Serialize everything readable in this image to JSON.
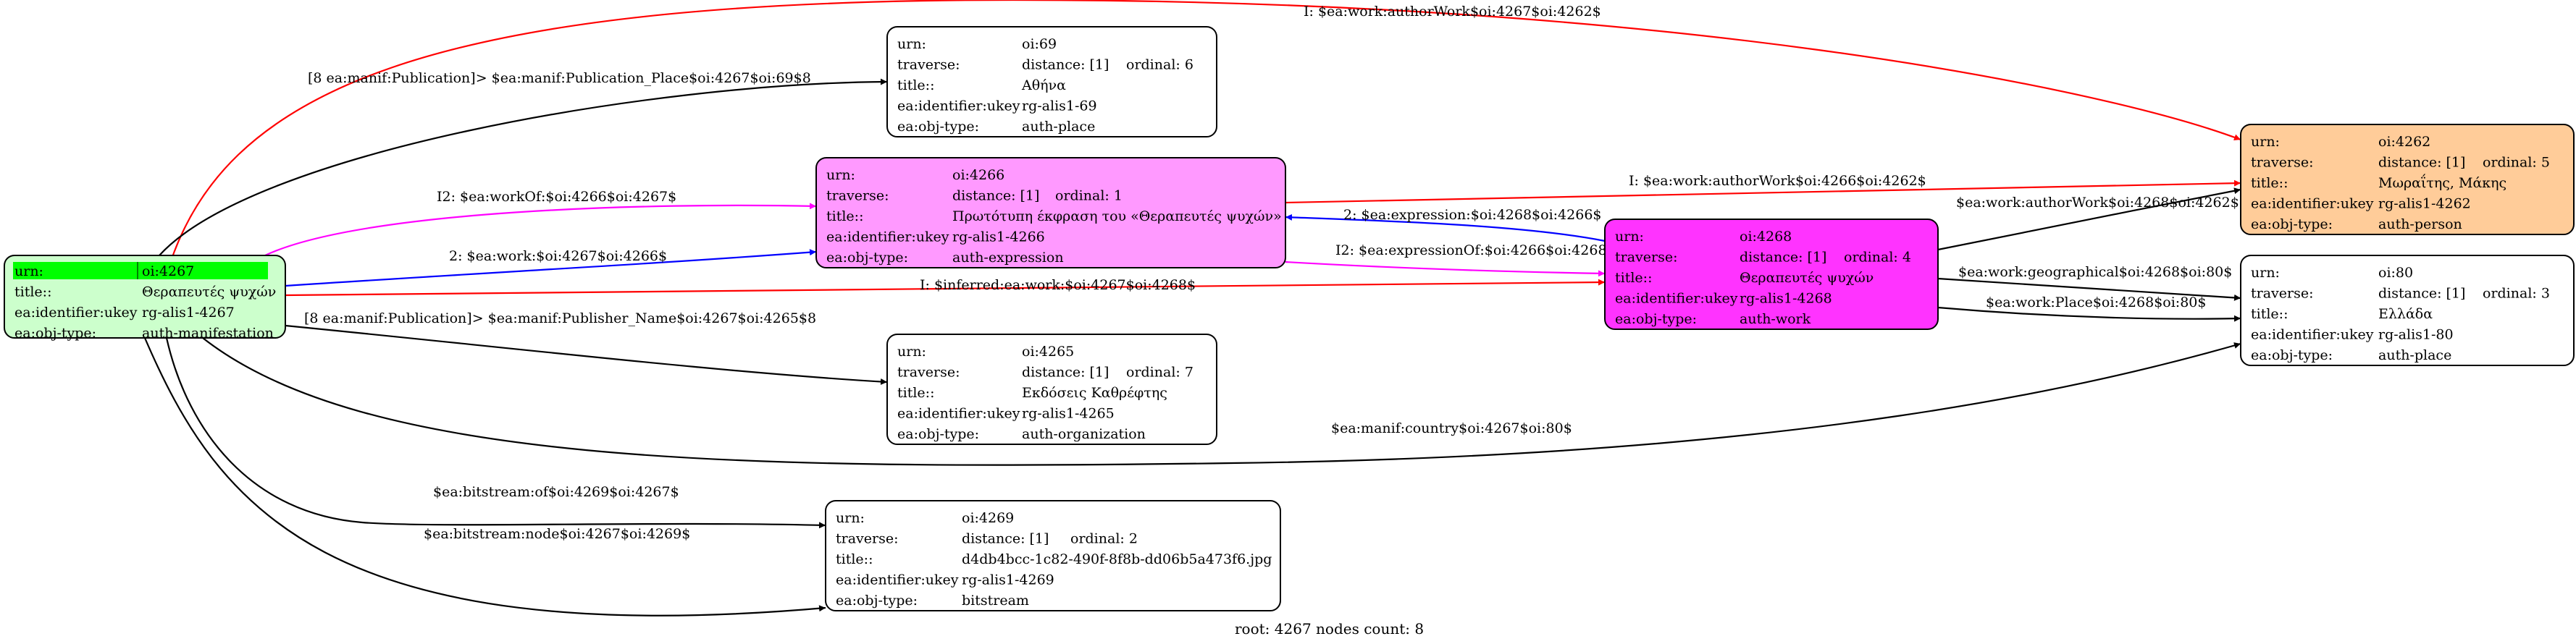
{
  "colors": {
    "black": "#000000",
    "red": "#ff0000",
    "blue": "#0000ff",
    "magenta": "#ff00ff",
    "root_fill": "#ccffcc",
    "root_highlight": "#00ff00",
    "expression_fill": "#ff99ff",
    "work_fill": "#ff33ff",
    "person_fill": "#ffcc99",
    "plain_fill": "#ffffff"
  },
  "nodes": [
    {
      "id": "n4267",
      "fill": "#ccffcc",
      "rows": [
        [
          "urn:",
          "oi:4267",
          ""
        ],
        [
          "title::",
          "Θεραπευτές ψυχών",
          ""
        ],
        [
          "ea:identifier:ukey",
          "rg-alis1-4267",
          ""
        ],
        [
          "ea:obj-type:",
          "auth-manifestation",
          ""
        ]
      ]
    },
    {
      "id": "n69",
      "fill": "#ffffff",
      "rows": [
        [
          "urn:",
          "oi:69",
          ""
        ],
        [
          "traverse:",
          "distance: [1]",
          "ordinal: 6"
        ],
        [
          "title::",
          "Αθήνα",
          ""
        ],
        [
          "ea:identifier:ukey",
          "rg-alis1-69",
          ""
        ],
        [
          "ea:obj-type:",
          "auth-place",
          ""
        ]
      ]
    },
    {
      "id": "n4266",
      "fill": "#ff99ff",
      "rows": [
        [
          "urn:",
          "oi:4266",
          ""
        ],
        [
          "traverse:",
          "distance: [1]",
          "ordinal: 1"
        ],
        [
          "title::",
          "Πρωτότυπη έκφραση του «Θεραπευτές ψυχών»",
          ""
        ],
        [
          "ea:identifier:ukey",
          "rg-alis1-4266",
          ""
        ],
        [
          "ea:obj-type:",
          "auth-expression",
          ""
        ]
      ]
    },
    {
      "id": "n4268",
      "fill": "#ff33ff",
      "rows": [
        [
          "urn:",
          "oi:4268",
          ""
        ],
        [
          "traverse:",
          "distance: [1]",
          "ordinal: 4"
        ],
        [
          "title::",
          "Θεραπευτές ψυχών",
          ""
        ],
        [
          "ea:identifier:ukey",
          "rg-alis1-4268",
          ""
        ],
        [
          "ea:obj-type:",
          "auth-work",
          ""
        ]
      ]
    },
    {
      "id": "n4262",
      "fill": "#ffcc99",
      "rows": [
        [
          "urn:",
          "oi:4262",
          ""
        ],
        [
          "traverse:",
          "distance: [1]",
          "ordinal: 5"
        ],
        [
          "title::",
          "Μωραΐτης, Μάκης",
          ""
        ],
        [
          "ea:identifier:ukey",
          "rg-alis1-4262",
          ""
        ],
        [
          "ea:obj-type:",
          "auth-person",
          ""
        ]
      ]
    },
    {
      "id": "n80",
      "fill": "#ffffff",
      "rows": [
        [
          "urn:",
          "oi:80",
          ""
        ],
        [
          "traverse:",
          "distance: [1]",
          "ordinal: 3"
        ],
        [
          "title::",
          "Ελλάδα",
          ""
        ],
        [
          "ea:identifier:ukey",
          "rg-alis1-80",
          ""
        ],
        [
          "ea:obj-type:",
          "auth-place",
          ""
        ]
      ]
    },
    {
      "id": "n4265",
      "fill": "#ffffff",
      "rows": [
        [
          "urn:",
          "oi:4265",
          ""
        ],
        [
          "traverse:",
          "distance: [1]",
          "ordinal: 7"
        ],
        [
          "title::",
          "Εκδόσεις Καθρέφτης",
          ""
        ],
        [
          "ea:identifier:ukey",
          "rg-alis1-4265",
          ""
        ],
        [
          "ea:obj-type:",
          "auth-organization",
          ""
        ]
      ]
    },
    {
      "id": "n4269",
      "fill": "#ffffff",
      "rows": [
        [
          "urn:",
          "oi:4269",
          ""
        ],
        [
          "traverse:",
          "distance: [1]",
          "ordinal: 2"
        ],
        [
          "title::",
          "d4db4bcc-1c82-490f-8f8b-dd06b5a473f6.jpg",
          ""
        ],
        [
          "ea:identifier:ukey",
          "rg-alis1-4269",
          ""
        ],
        [
          "ea:obj-type:",
          "bitstream",
          ""
        ]
      ]
    }
  ],
  "edges": [
    {
      "id": "e1",
      "color": "#ff0000",
      "label": "I: $ea:work:authorWork$oi:4267$oi:4262$"
    },
    {
      "id": "e2",
      "color": "#000000",
      "label": "[8 ea:manif:Publication]> $ea:manif:Publication_Place$oi:4267$oi:69$8"
    },
    {
      "id": "e3",
      "color": "#ff00ff",
      "label": "I2: $ea:workOf:$oi:4266$oi:4267$"
    },
    {
      "id": "e4",
      "color": "#0000ff",
      "label": "2: $ea:work:$oi:4267$oi:4266$"
    },
    {
      "id": "e5",
      "color": "#ff0000",
      "label": "I: $ea:work:authorWork$oi:4266$oi:4262$"
    },
    {
      "id": "e6",
      "color": "#0000ff",
      "label": "2: $ea:expression:$oi:4268$oi:4266$"
    },
    {
      "id": "e7",
      "color": "#ff00ff",
      "label": "I2: $ea:expressionOf:$oi:4266$oi:4268$"
    },
    {
      "id": "e8",
      "color": "#ff0000",
      "label": "I: $inferred:ea:work:$oi:4267$oi:4268$"
    },
    {
      "id": "e9",
      "color": "#000000",
      "label": "$ea:work:authorWork$oi:4268$oi:4262$"
    },
    {
      "id": "e10",
      "color": "#000000",
      "label": "$ea:work:geographical$oi:4268$oi:80$"
    },
    {
      "id": "e11",
      "color": "#000000",
      "label": "$ea:work:Place$oi:4268$oi:80$"
    },
    {
      "id": "e12",
      "color": "#000000",
      "label": "[8 ea:manif:Publication]> $ea:manif:Publisher_Name$oi:4267$oi:4265$8"
    },
    {
      "id": "e13",
      "color": "#000000",
      "label": "$ea:manif:country$oi:4267$oi:80$"
    },
    {
      "id": "e14",
      "color": "#000000",
      "label": "$ea:bitstream:of$oi:4269$oi:4267$"
    },
    {
      "id": "e15",
      "color": "#000000",
      "label": "$ea:bitstream:node$oi:4267$oi:4269$"
    }
  ],
  "footer": "root: 4267 nodes count: 8"
}
